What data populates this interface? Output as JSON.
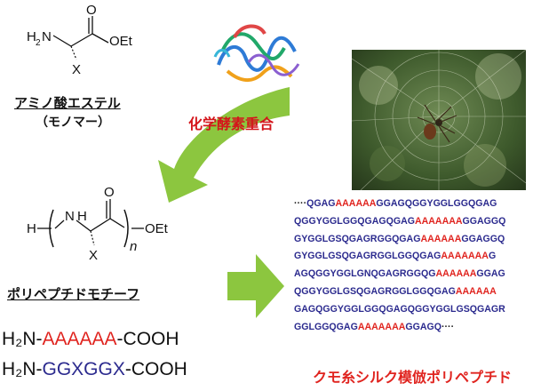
{
  "monomer": {
    "atoms": {
      "nh2_h": "H",
      "nh2_sub": "2",
      "nh2_n": "N",
      "carbonyl_o": "O",
      "ester": "OEt",
      "side_chain": "X"
    },
    "heading": "アミノ酸エステル",
    "subheading": "（モノマー）"
  },
  "polymer": {
    "atoms": {
      "h_end": "H",
      "nh_n": "N",
      "nh_h": "H",
      "carbonyl_o": "O",
      "ester": "OEt",
      "side_chain": "X",
      "repeat": "n"
    },
    "heading": "ポリペプチドモチーフ"
  },
  "reaction_label": "化学酵素重合",
  "formulas": [
    {
      "prefix": "H₂N-",
      "motif": "AAAAAA",
      "suffix": "-COOH",
      "motif_color": "#e0241f"
    },
    {
      "prefix": "H₂N-",
      "motif": "GGXGGX",
      "suffix": "-COOH",
      "motif_color": "#2b2a8e"
    }
  ],
  "sequence_lines": [
    [
      [
        "k",
        "····"
      ],
      [
        "g",
        "QGAG"
      ],
      [
        "a",
        "AAAAAA"
      ],
      [
        "g",
        "GGAGQGGYGGLGGQGAG"
      ]
    ],
    [
      [
        "g",
        "QGGYGGLGGQGAGQGAG"
      ],
      [
        "a",
        "AAAAAAA"
      ],
      [
        "g",
        "GGAGGQ"
      ]
    ],
    [
      [
        "g",
        "GYGGLGSQGAGRGGQGAG"
      ],
      [
        "a",
        "AAAAAA"
      ],
      [
        "g",
        "GGAGGQ"
      ]
    ],
    [
      [
        "g",
        "GYGGLGSQGAGRGGLGGQGAG"
      ],
      [
        "a",
        "AAAAAAA"
      ],
      [
        "g",
        "G"
      ]
    ],
    [
      [
        "g",
        "AGQGGYGGLGNQGAGRGGQG"
      ],
      [
        "a",
        "AAAAAA"
      ],
      [
        "g",
        "GGAG"
      ]
    ],
    [
      [
        "g",
        "QGGYGGLGSQGAGRGGLGGQGAG"
      ],
      [
        "a",
        "AAAAAA"
      ]
    ],
    [
      [
        "g",
        "GAGQGGYGGLGGQGAGQGGYGGLGSQGAGR"
      ]
    ],
    [
      [
        "g",
        "GGLGGQGAG"
      ],
      [
        "a",
        "AAAAAAA"
      ],
      [
        "g",
        "GGAGQ"
      ],
      [
        "k",
        "····"
      ]
    ]
  ],
  "caption": "クモ糸シルク模倣ポリペプチド",
  "colors": {
    "alanine": "#e0241f",
    "glycine_rich": "#2b2a8e",
    "arrow_green": "#8cc63f",
    "caption_red": "#e0241f"
  },
  "images": {
    "enzyme": "protein-ribbon-structure",
    "photo": "spider-on-web-photo"
  }
}
